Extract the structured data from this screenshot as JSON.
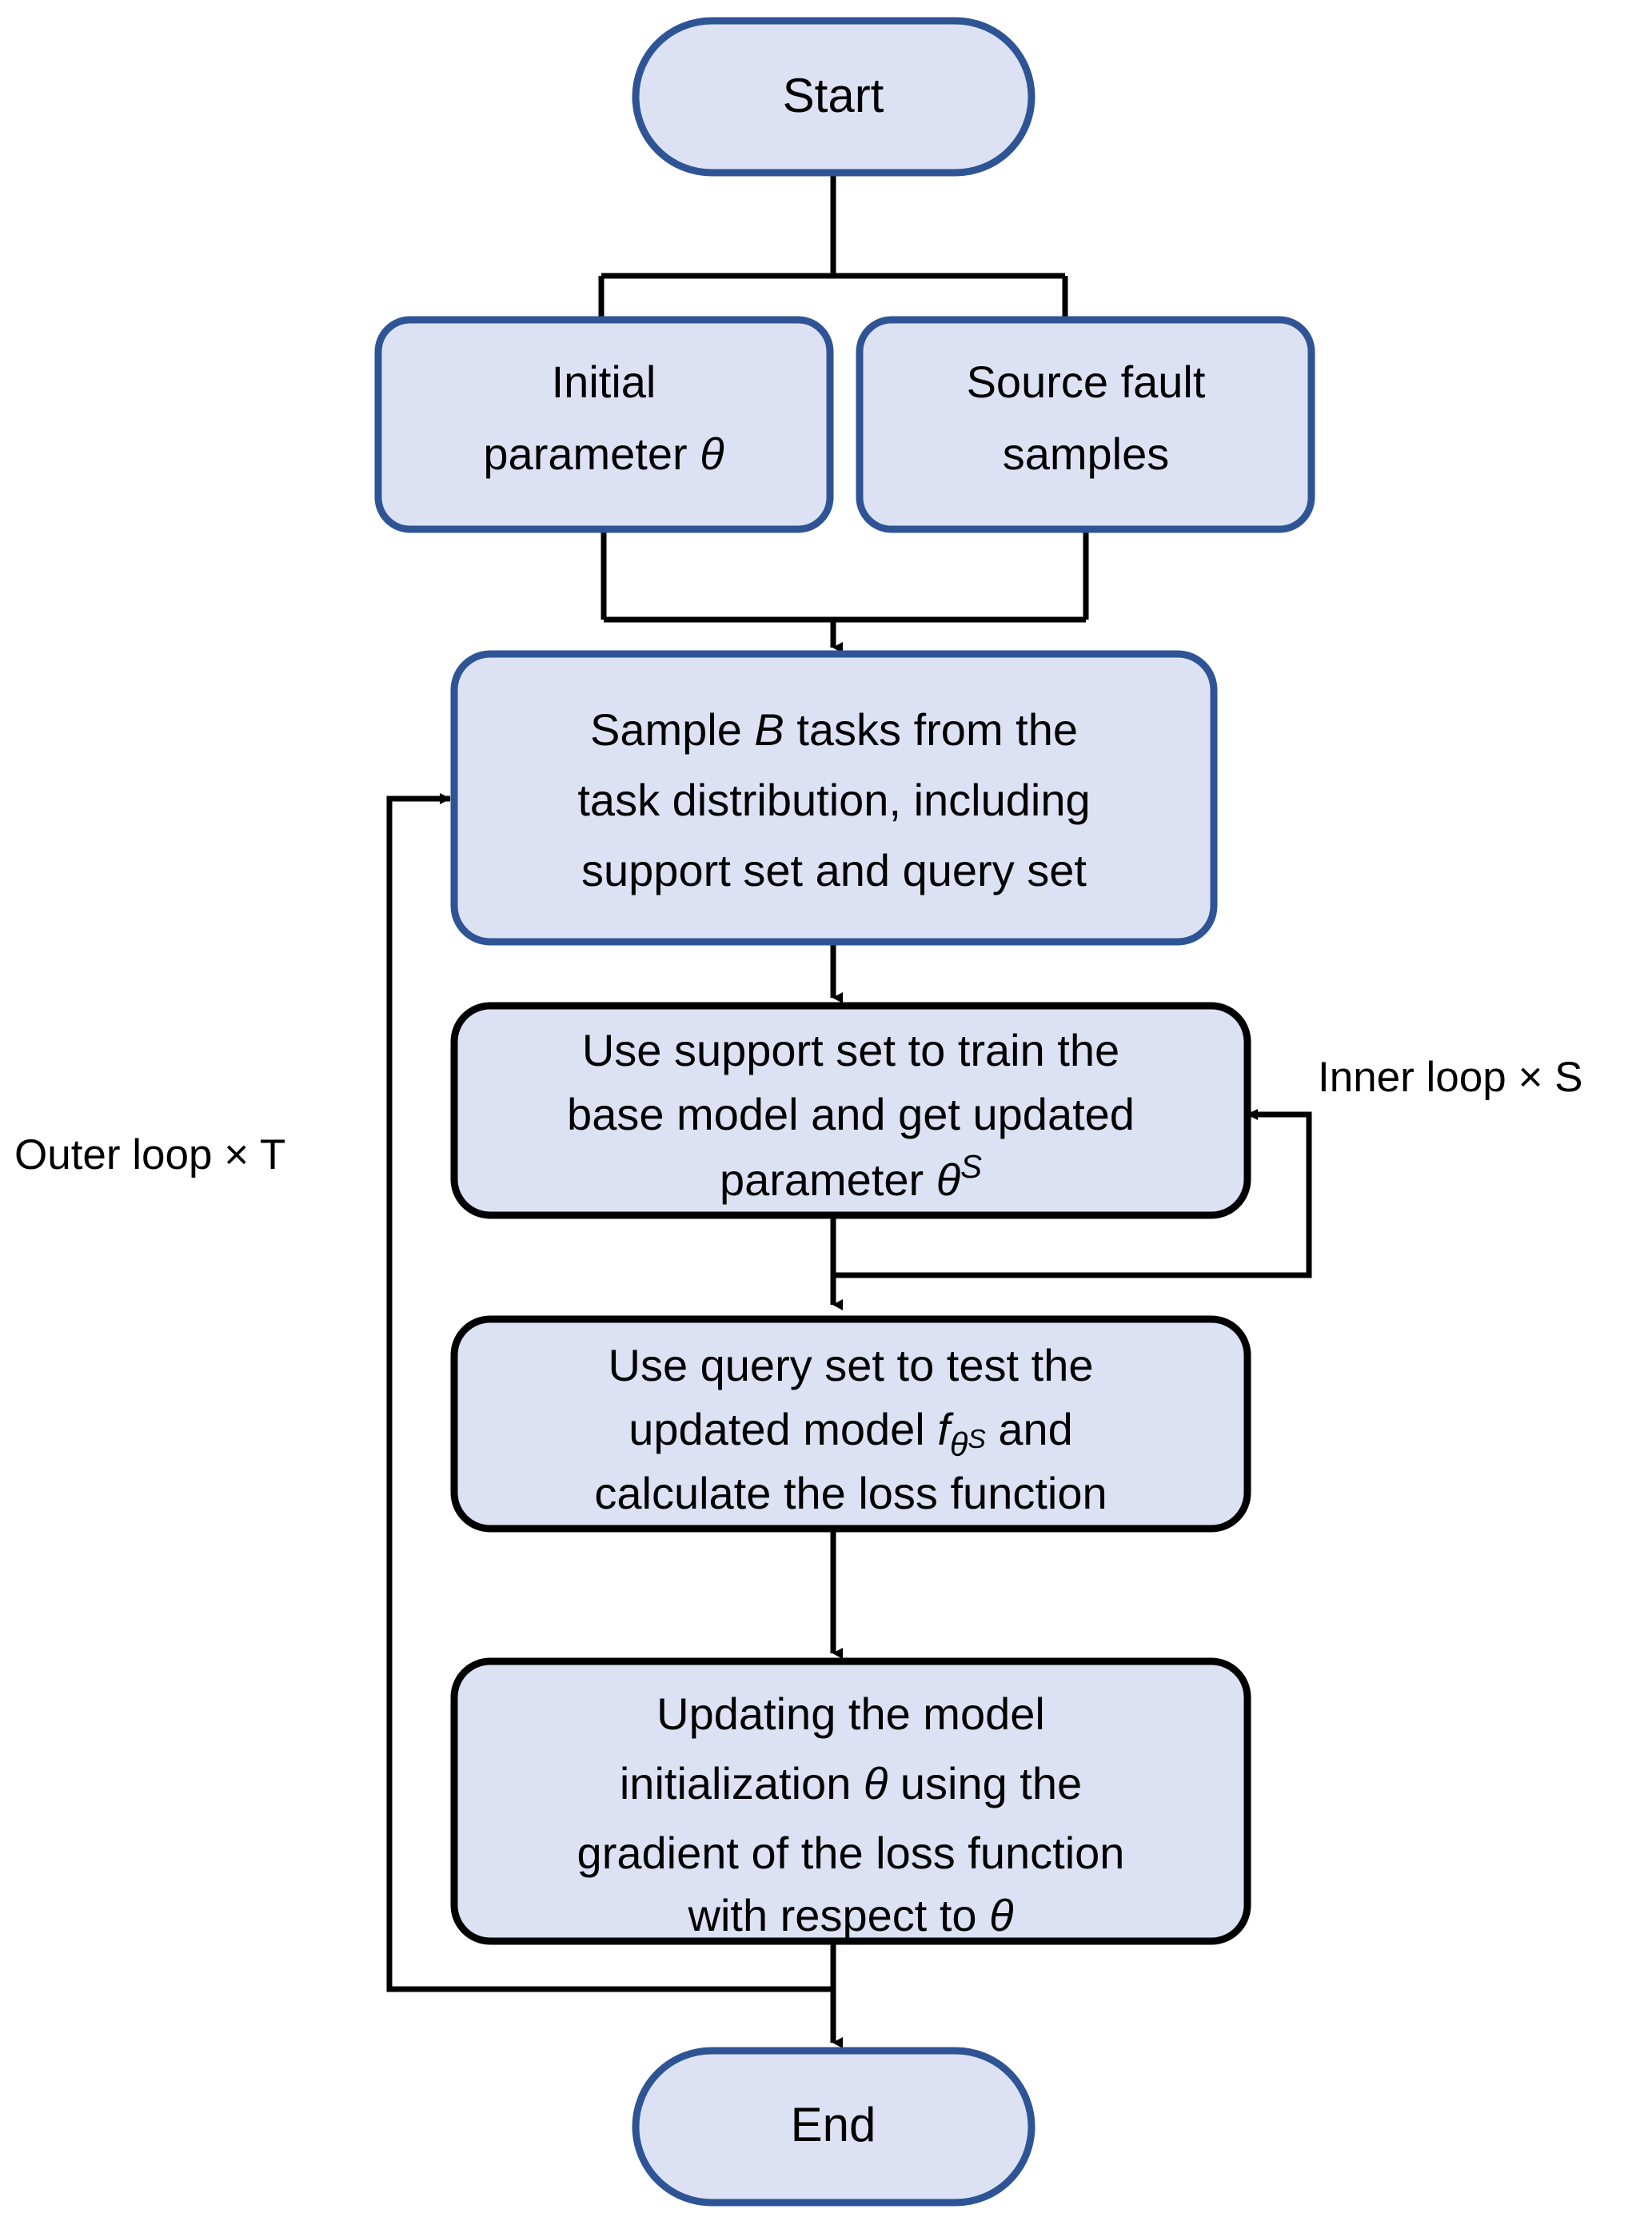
{
  "diagram": {
    "title": "MAML meta-learning training flowchart",
    "colors": {
      "node_fill": "#dce2f4",
      "node_border_blue": "#2f5496",
      "node_border_black": "#000000",
      "connector": "#000000",
      "background": "#ffffff"
    },
    "nodes": {
      "start": {
        "label": "Start",
        "shape": "rounded-pill",
        "border": "blue"
      },
      "initial_parameter": {
        "line1": "Initial",
        "line2_prefix": "parameter ",
        "line2_symbol": "θ",
        "shape": "rounded-rect",
        "border": "blue"
      },
      "source_samples": {
        "line1": "Source fault",
        "line2": "samples",
        "shape": "rounded-rect",
        "border": "blue"
      },
      "sample_tasks": {
        "line1_a": "Sample ",
        "line1_symbol": "B",
        "line1_b": " tasks from the",
        "line2": "task distribution, including",
        "line3": "support set and query set",
        "shape": "rounded-rect",
        "border": "blue"
      },
      "train_support": {
        "line1": "Use support set to train the",
        "line2": "base model and get updated",
        "line3_prefix": "parameter ",
        "line3_symbol": "θ",
        "line3_superscript": "S",
        "shape": "rounded-rect",
        "border": "black"
      },
      "test_query": {
        "line1": "Use query set to test the",
        "line2_a": "updated model ",
        "line2_symbol": "f",
        "line2_sub": "θ",
        "line2_sup": "S",
        "line2_b": " and",
        "line3": "calculate the loss function",
        "shape": "rounded-rect",
        "border": "black"
      },
      "update_init": {
        "line1": "Updating the model",
        "line2_a": "initialization ",
        "line2_symbol": "θ",
        "line2_b": " using the",
        "line3": "gradient of the loss function",
        "line4_prefix": "with respect to ",
        "line4_symbol": "θ",
        "shape": "rounded-rect",
        "border": "black"
      },
      "end": {
        "label": "End",
        "shape": "rounded-pill",
        "border": "blue"
      }
    },
    "loop_labels": {
      "outer": "Outer loop × T",
      "inner": "Inner loop × S"
    },
    "edges": [
      {
        "from": "start",
        "to": "initial_parameter",
        "type": "split-branch-left"
      },
      {
        "from": "start",
        "to": "source_samples",
        "type": "split-branch-right"
      },
      {
        "from": "initial_parameter",
        "to": "sample_tasks",
        "type": "merge"
      },
      {
        "from": "source_samples",
        "to": "sample_tasks",
        "type": "merge"
      },
      {
        "from": "sample_tasks",
        "to": "train_support",
        "type": "straight"
      },
      {
        "from": "train_support",
        "to": "test_query",
        "type": "straight"
      },
      {
        "from": "test_query",
        "to": "update_init",
        "type": "straight"
      },
      {
        "from": "update_init",
        "to": "end",
        "type": "straight"
      },
      {
        "from": "train_support",
        "to": "train_support",
        "type": "inner-loop-right"
      },
      {
        "from": "update_init",
        "to": "sample_tasks",
        "type": "outer-loop-left"
      }
    ]
  }
}
